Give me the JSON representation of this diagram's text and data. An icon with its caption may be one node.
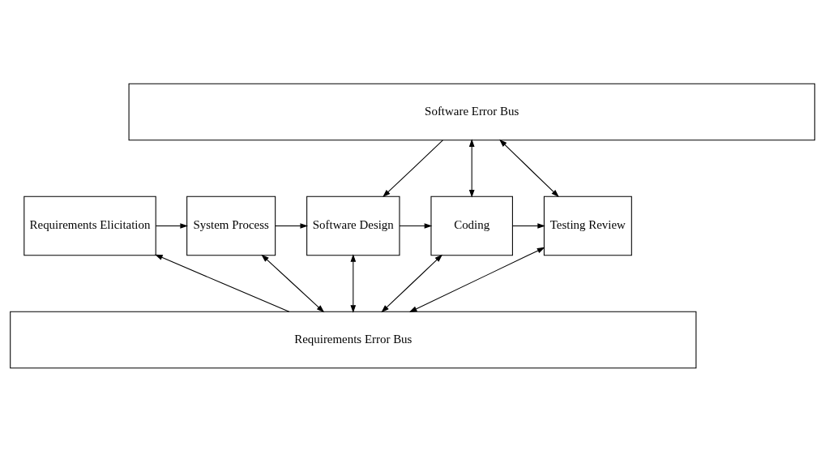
{
  "diagram": {
    "nodes": [
      {
        "text": [
          "Software Error Bus"
        ]
      },
      {
        "text": [
          "Requirements Elicitation"
        ]
      },
      {
        "text": [
          "System Process"
        ]
      },
      {
        "text": [
          "Software Design"
        ]
      },
      {
        "text": [
          "Coding"
        ]
      },
      {
        "text": [
          "Testing Review"
        ]
      },
      {
        "text": [
          "Requirements Error Bus"
        ]
      }
    ],
    "edges": [
      {
        "from": 1,
        "to": 2,
        "arrow": "to"
      },
      {
        "from": 2,
        "to": 3,
        "arrow": "to"
      },
      {
        "from": 3,
        "to": 4,
        "arrow": "to"
      },
      {
        "from": 4,
        "to": 5,
        "arrow": "to"
      },
      {
        "from": 0,
        "to": 3,
        "arrow": "to"
      },
      {
        "from": 0,
        "to": 4,
        "arrow": "both"
      },
      {
        "from": 0,
        "to": 5,
        "arrow": "both"
      },
      {
        "from": 6,
        "to": 1,
        "arrow": "to"
      },
      {
        "from": 2,
        "to": 6,
        "arrow": "both"
      },
      {
        "from": 3,
        "to": 6,
        "arrow": "both"
      },
      {
        "from": 4,
        "to": 6,
        "arrow": "both"
      },
      {
        "from": 5,
        "to": 6,
        "arrow": "both"
      }
    ]
  }
}
